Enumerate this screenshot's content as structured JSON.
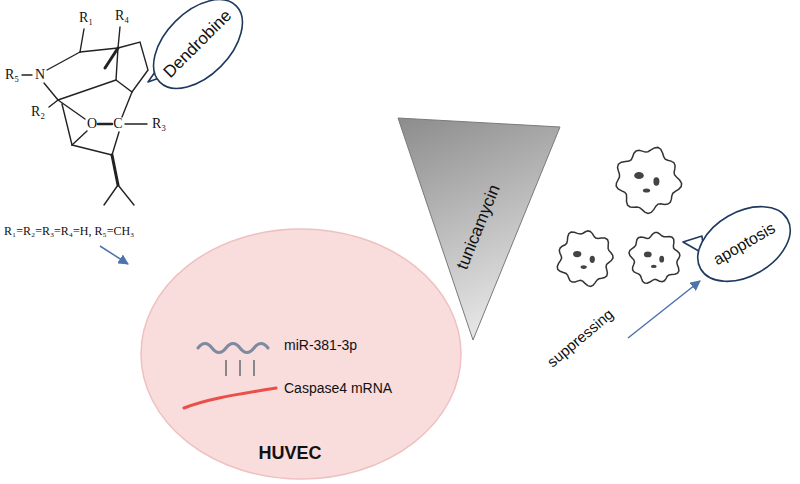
{
  "diagram": {
    "nodes": [
      {
        "text": [
          "Dendrobine"
        ]
      },
      {
        "text": [
          "tunicamycin"
        ]
      },
      {
        "text": [
          "miR-381-3p",
          "Caspase4 mRNA",
          "HUVEC"
        ]
      },
      {
        "text": [
          "apoptosis"
        ]
      }
    ],
    "labels": [
      "R₁",
      "R₄",
      "R₅",
      "N",
      "R₂",
      "O",
      "C",
      "R₃",
      "R₁=R₂=R₃=R₄=H, R₅=CH₃",
      "suppressing"
    ]
  }
}
